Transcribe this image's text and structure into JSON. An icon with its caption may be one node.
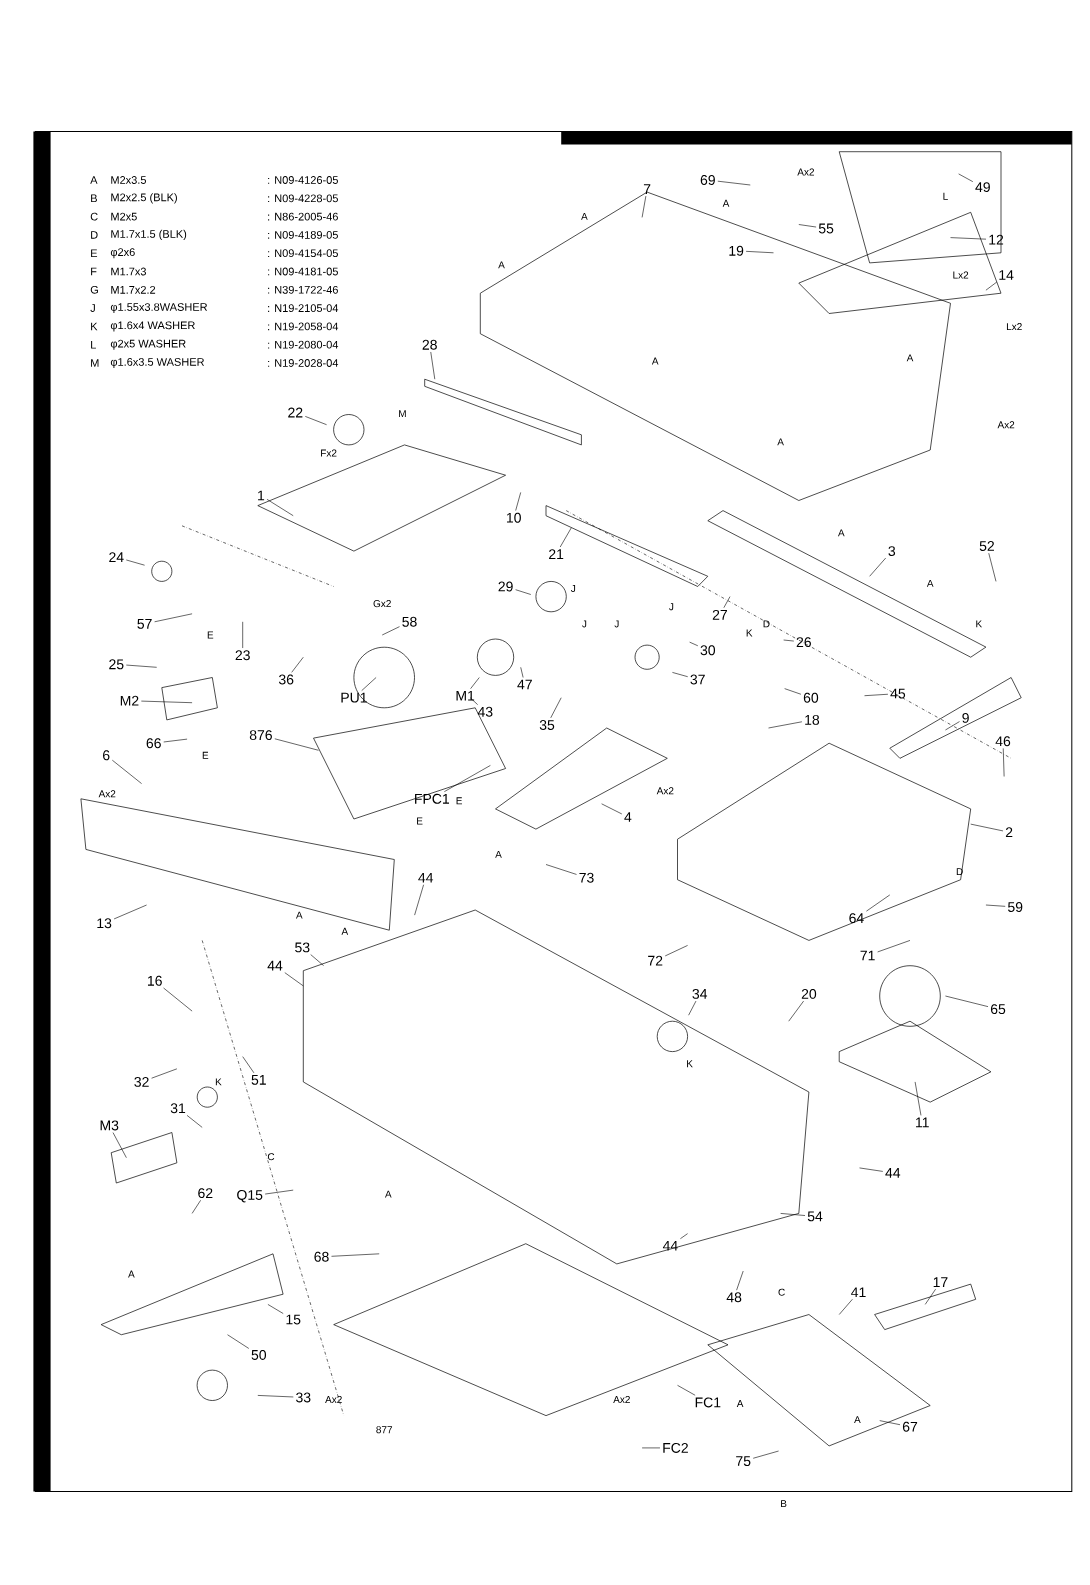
{
  "diagram": {
    "nodes": [
      {
        "text": [
          "7"
        ]
      },
      {
        "text": [
          "69"
        ]
      },
      {
        "text": [
          "49"
        ]
      },
      {
        "text": [
          "55"
        ]
      },
      {
        "text": [
          "12"
        ]
      },
      {
        "text": [
          "19"
        ]
      },
      {
        "text": [
          "14"
        ]
      },
      {
        "text": [
          "28"
        ]
      },
      {
        "text": [
          "22"
        ]
      },
      {
        "text": [
          "1"
        ]
      },
      {
        "text": [
          "10"
        ]
      },
      {
        "text": [
          "3"
        ]
      },
      {
        "text": [
          "52"
        ]
      },
      {
        "text": [
          "24"
        ]
      },
      {
        "text": [
          "21"
        ]
      },
      {
        "text": [
          "29"
        ]
      },
      {
        "text": [
          "57"
        ]
      },
      {
        "text": [
          "23"
        ]
      },
      {
        "text": [
          "58"
        ]
      },
      {
        "text": [
          "27"
        ]
      },
      {
        "text": [
          "26"
        ]
      },
      {
        "text": [
          "30"
        ]
      },
      {
        "text": [
          "25"
        ]
      },
      {
        "text": [
          "36"
        ]
      },
      {
        "text": [
          "47"
        ]
      },
      {
        "text": [
          "37"
        ]
      },
      {
        "text": [
          "M1"
        ]
      },
      {
        "text": [
          "M2"
        ]
      },
      {
        "text": [
          "43"
        ]
      },
      {
        "text": [
          "PU1"
        ]
      },
      {
        "text": [
          "45"
        ]
      },
      {
        "text": [
          "60"
        ]
      },
      {
        "text": [
          "35"
        ]
      },
      {
        "text": [
          "9"
        ]
      },
      {
        "text": [
          "18"
        ]
      },
      {
        "text": [
          "876"
        ]
      },
      {
        "text": [
          "66"
        ]
      },
      {
        "text": [
          "46"
        ]
      },
      {
        "text": [
          "6"
        ]
      },
      {
        "text": [
          "FPC1"
        ]
      },
      {
        "text": [
          "4"
        ]
      },
      {
        "text": [
          "2"
        ]
      },
      {
        "text": [
          "73"
        ]
      },
      {
        "text": [
          "44"
        ]
      },
      {
        "text": [
          "59"
        ]
      },
      {
        "text": [
          "64"
        ]
      },
      {
        "text": [
          "13"
        ]
      },
      {
        "text": [
          "71"
        ]
      },
      {
        "text": [
          "72"
        ]
      },
      {
        "text": [
          "53"
        ]
      },
      {
        "text": [
          "44"
        ]
      },
      {
        "text": [
          "16"
        ]
      },
      {
        "text": [
          "34"
        ]
      },
      {
        "text": [
          "65"
        ]
      },
      {
        "text": [
          "20"
        ]
      },
      {
        "text": [
          "32"
        ]
      },
      {
        "text": [
          "51"
        ]
      },
      {
        "text": [
          "11"
        ]
      },
      {
        "text": [
          "31"
        ]
      },
      {
        "text": [
          "M3"
        ]
      },
      {
        "text": [
          "44"
        ]
      },
      {
        "text": [
          "62"
        ]
      },
      {
        "text": [
          "Q15"
        ]
      },
      {
        "text": [
          "54"
        ]
      },
      {
        "text": [
          "68"
        ]
      },
      {
        "text": [
          "44"
        ]
      },
      {
        "text": [
          "15"
        ]
      },
      {
        "text": [
          "48"
        ]
      },
      {
        "text": [
          "41"
        ]
      },
      {
        "text": [
          "17"
        ]
      },
      {
        "text": [
          "50"
        ]
      },
      {
        "text": [
          "33"
        ]
      },
      {
        "text": [
          "FC1"
        ]
      },
      {
        "text": [
          "67"
        ]
      },
      {
        "text": [
          "75"
        ]
      },
      {
        "text": [
          "FC2"
        ]
      }
    ],
    "edges": [
      {
        "from": 0,
        "to": null,
        "arrow": "none"
      },
      {
        "from": 1,
        "to": null,
        "arrow": "none"
      },
      {
        "from": 2,
        "to": null,
        "arrow": "none"
      },
      {
        "from": 3,
        "to": null,
        "arrow": "none"
      },
      {
        "from": 4,
        "to": null,
        "arrow": "none"
      },
      {
        "from": 5,
        "to": null,
        "arrow": "none"
      },
      {
        "from": 6,
        "to": null,
        "arrow": "none"
      },
      {
        "from": 7,
        "to": null,
        "arrow": "none"
      },
      {
        "from": 8,
        "to": null,
        "arrow": "none"
      },
      {
        "from": 9,
        "to": null,
        "arrow": "none"
      },
      {
        "from": 10,
        "to": null,
        "arrow": "none"
      },
      {
        "from": 11,
        "to": null,
        "arrow": "none"
      },
      {
        "from": 12,
        "to": null,
        "arrow": "none"
      },
      {
        "from": 13,
        "to": null,
        "arrow": "none"
      },
      {
        "from": 14,
        "to": null,
        "arrow": "none"
      },
      {
        "from": 15,
        "to": null,
        "arrow": "none"
      },
      {
        "from": 16,
        "to": null,
        "arrow": "none"
      },
      {
        "from": 17,
        "to": null,
        "arrow": "none"
      },
      {
        "from": 18,
        "to": null,
        "arrow": "none"
      },
      {
        "from": 19,
        "to": null,
        "arrow": "none"
      },
      {
        "from": 20,
        "to": null,
        "arrow": "none"
      },
      {
        "from": 21,
        "to": null,
        "arrow": "none"
      },
      {
        "from": 22,
        "to": null,
        "arrow": "none"
      },
      {
        "from": 23,
        "to": null,
        "arrow": "none"
      },
      {
        "from": 24,
        "to": null,
        "arrow": "none"
      },
      {
        "from": 25,
        "to": null,
        "arrow": "none"
      },
      {
        "from": 26,
        "to": null,
        "arrow": "none"
      },
      {
        "from": 27,
        "to": null,
        "arrow": "none"
      },
      {
        "from": 28,
        "to": null,
        "arrow": "none"
      },
      {
        "from": 29,
        "to": null,
        "arrow": "none"
      },
      {
        "from": 30,
        "to": null,
        "arrow": "none"
      },
      {
        "from": 31,
        "to": null,
        "arrow": "none"
      },
      {
        "from": 32,
        "to": null,
        "arrow": "none"
      },
      {
        "from": 33,
        "to": null,
        "arrow": "none"
      },
      {
        "from": 34,
        "to": null,
        "arrow": "none"
      },
      {
        "from": 35,
        "to": null,
        "arrow": "none"
      },
      {
        "from": 36,
        "to": null,
        "arrow": "none"
      },
      {
        "from": 37,
        "to": null,
        "arrow": "none"
      },
      {
        "from": 38,
        "to": null,
        "arrow": "none"
      },
      {
        "from": 39,
        "to": null,
        "arrow": "none"
      },
      {
        "from": 40,
        "to": null,
        "arrow": "none"
      },
      {
        "from": 41,
        "to": null,
        "arrow": "none"
      },
      {
        "from": 42,
        "to": null,
        "arrow": "none"
      },
      {
        "from": 43,
        "to": null,
        "arrow": "none"
      },
      {
        "from": 44,
        "to": null,
        "arrow": "none"
      },
      {
        "from": 45,
        "to": null,
        "arrow": "none"
      },
      {
        "from": 46,
        "to": null,
        "arrow": "none"
      },
      {
        "from": 47,
        "to": null,
        "arrow": "none"
      },
      {
        "from": 48,
        "to": null,
        "arrow": "none"
      },
      {
        "from": 49,
        "to": null,
        "arrow": "none"
      },
      {
        "from": 50,
        "to": null,
        "arrow": "none"
      },
      {
        "from": 51,
        "to": null,
        "arrow": "none"
      },
      {
        "from": 52,
        "to": null,
        "arrow": "none"
      },
      {
        "from": 53,
        "to": null,
        "arrow": "none"
      },
      {
        "from": 54,
        "to": null,
        "arrow": "none"
      },
      {
        "from": 55,
        "to": null,
        "arrow": "none"
      },
      {
        "from": 56,
        "to": null,
        "arrow": "none"
      },
      {
        "from": 57,
        "to": null,
        "arrow": "none"
      },
      {
        "from": 58,
        "to": null,
        "arrow": "none"
      },
      {
        "from": 59,
        "to": null,
        "arrow": "none"
      },
      {
        "from": 60,
        "to": null,
        "arrow": "none"
      },
      {
        "from": 61,
        "to": null,
        "arrow": "none"
      },
      {
        "from": 62,
        "to": null,
        "arrow": "none"
      },
      {
        "from": 63,
        "to": null,
        "arrow": "none"
      },
      {
        "from": 64,
        "to": null,
        "arrow": "none"
      },
      {
        "from": 65,
        "to": null,
        "arrow": "none"
      },
      {
        "from": 66,
        "to": null,
        "arrow": "none"
      },
      {
        "from": 67,
        "to": null,
        "arrow": "none"
      },
      {
        "from": 68,
        "to": null,
        "arrow": "none"
      },
      {
        "from": 69,
        "to": null,
        "arrow": "none"
      },
      {
        "from": 70,
        "to": null,
        "arrow": "none"
      },
      {
        "from": 71,
        "to": null,
        "arrow": "none"
      },
      {
        "from": 72,
        "to": null,
        "arrow": "none"
      },
      {
        "from": 73,
        "to": null,
        "arrow": "none"
      },
      {
        "from": 74,
        "to": null,
        "arrow": "none"
      },
      {
        "from": 75,
        "to": null,
        "arrow": "none"
      }
    ],
    "labels": [
      "A",
      "M2x3.5",
      ": N09-4126-05",
      "B",
      "M2x2.5    (BLK)",
      ": N09-4228-05",
      "C",
      "M2x5",
      ": N86-2005-46",
      "D",
      "M1.7x1.5 (BLK)",
      ": N09-4189-05",
      "E",
      "φ2x6",
      ": N09-4154-05",
      "F",
      "M1.7x3",
      ": N09-4181-05",
      "G",
      "M1.7x2.2",
      ": N39-1722-46",
      "J",
      "φ1.55x3.8WASHER",
      ": N19-2105-04",
      "K",
      "φ1.6x4     WASHER",
      ": N19-2058-04",
      "L",
      "φ2x5       WASHER",
      ": N19-2080-04",
      "M",
      "φ1.6x3.5  WASHER",
      ": N19-2028-04",
      "Ax2",
      "A",
      "A",
      "L",
      "A",
      "Lx2",
      "Lx2",
      "A",
      "A",
      "A",
      "Ax2",
      "M",
      "Fx2",
      "A",
      "A",
      "J",
      "Gx2",
      "J",
      "E",
      "J",
      "J",
      "K",
      "D",
      "K",
      "E",
      "Ax2",
      "E",
      "E",
      "Ax2",
      "A",
      "D",
      "A",
      "A",
      "K",
      "K",
      "C",
      "A",
      "A",
      "C",
      "Ax2",
      "Ax2",
      "A",
      "A",
      "877",
      "B"
    ]
  }
}
